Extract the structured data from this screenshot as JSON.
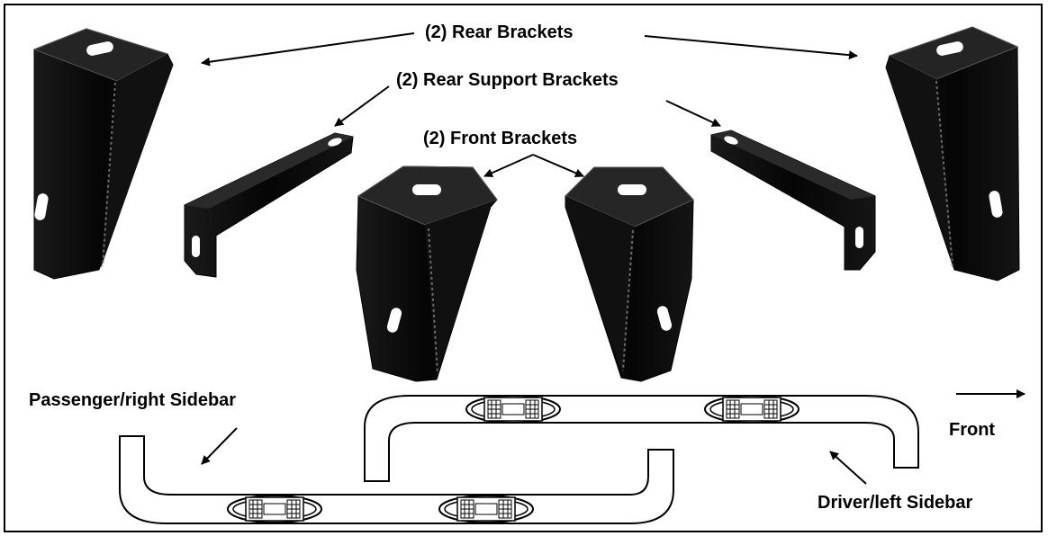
{
  "labels": {
    "rear_brackets": "(2) Rear Brackets",
    "rear_support_brackets": "(2) Rear Support Brackets",
    "front_brackets": "(2) Front Brackets",
    "passenger_sidebar": "Passenger/right Sidebar",
    "driver_sidebar": "Driver/left Sidebar",
    "front": "Front"
  },
  "colors": {
    "bracket": "#0b0b0b",
    "bracket_highlight": "#3a3a3a",
    "line": "#000000",
    "background": "#ffffff"
  }
}
